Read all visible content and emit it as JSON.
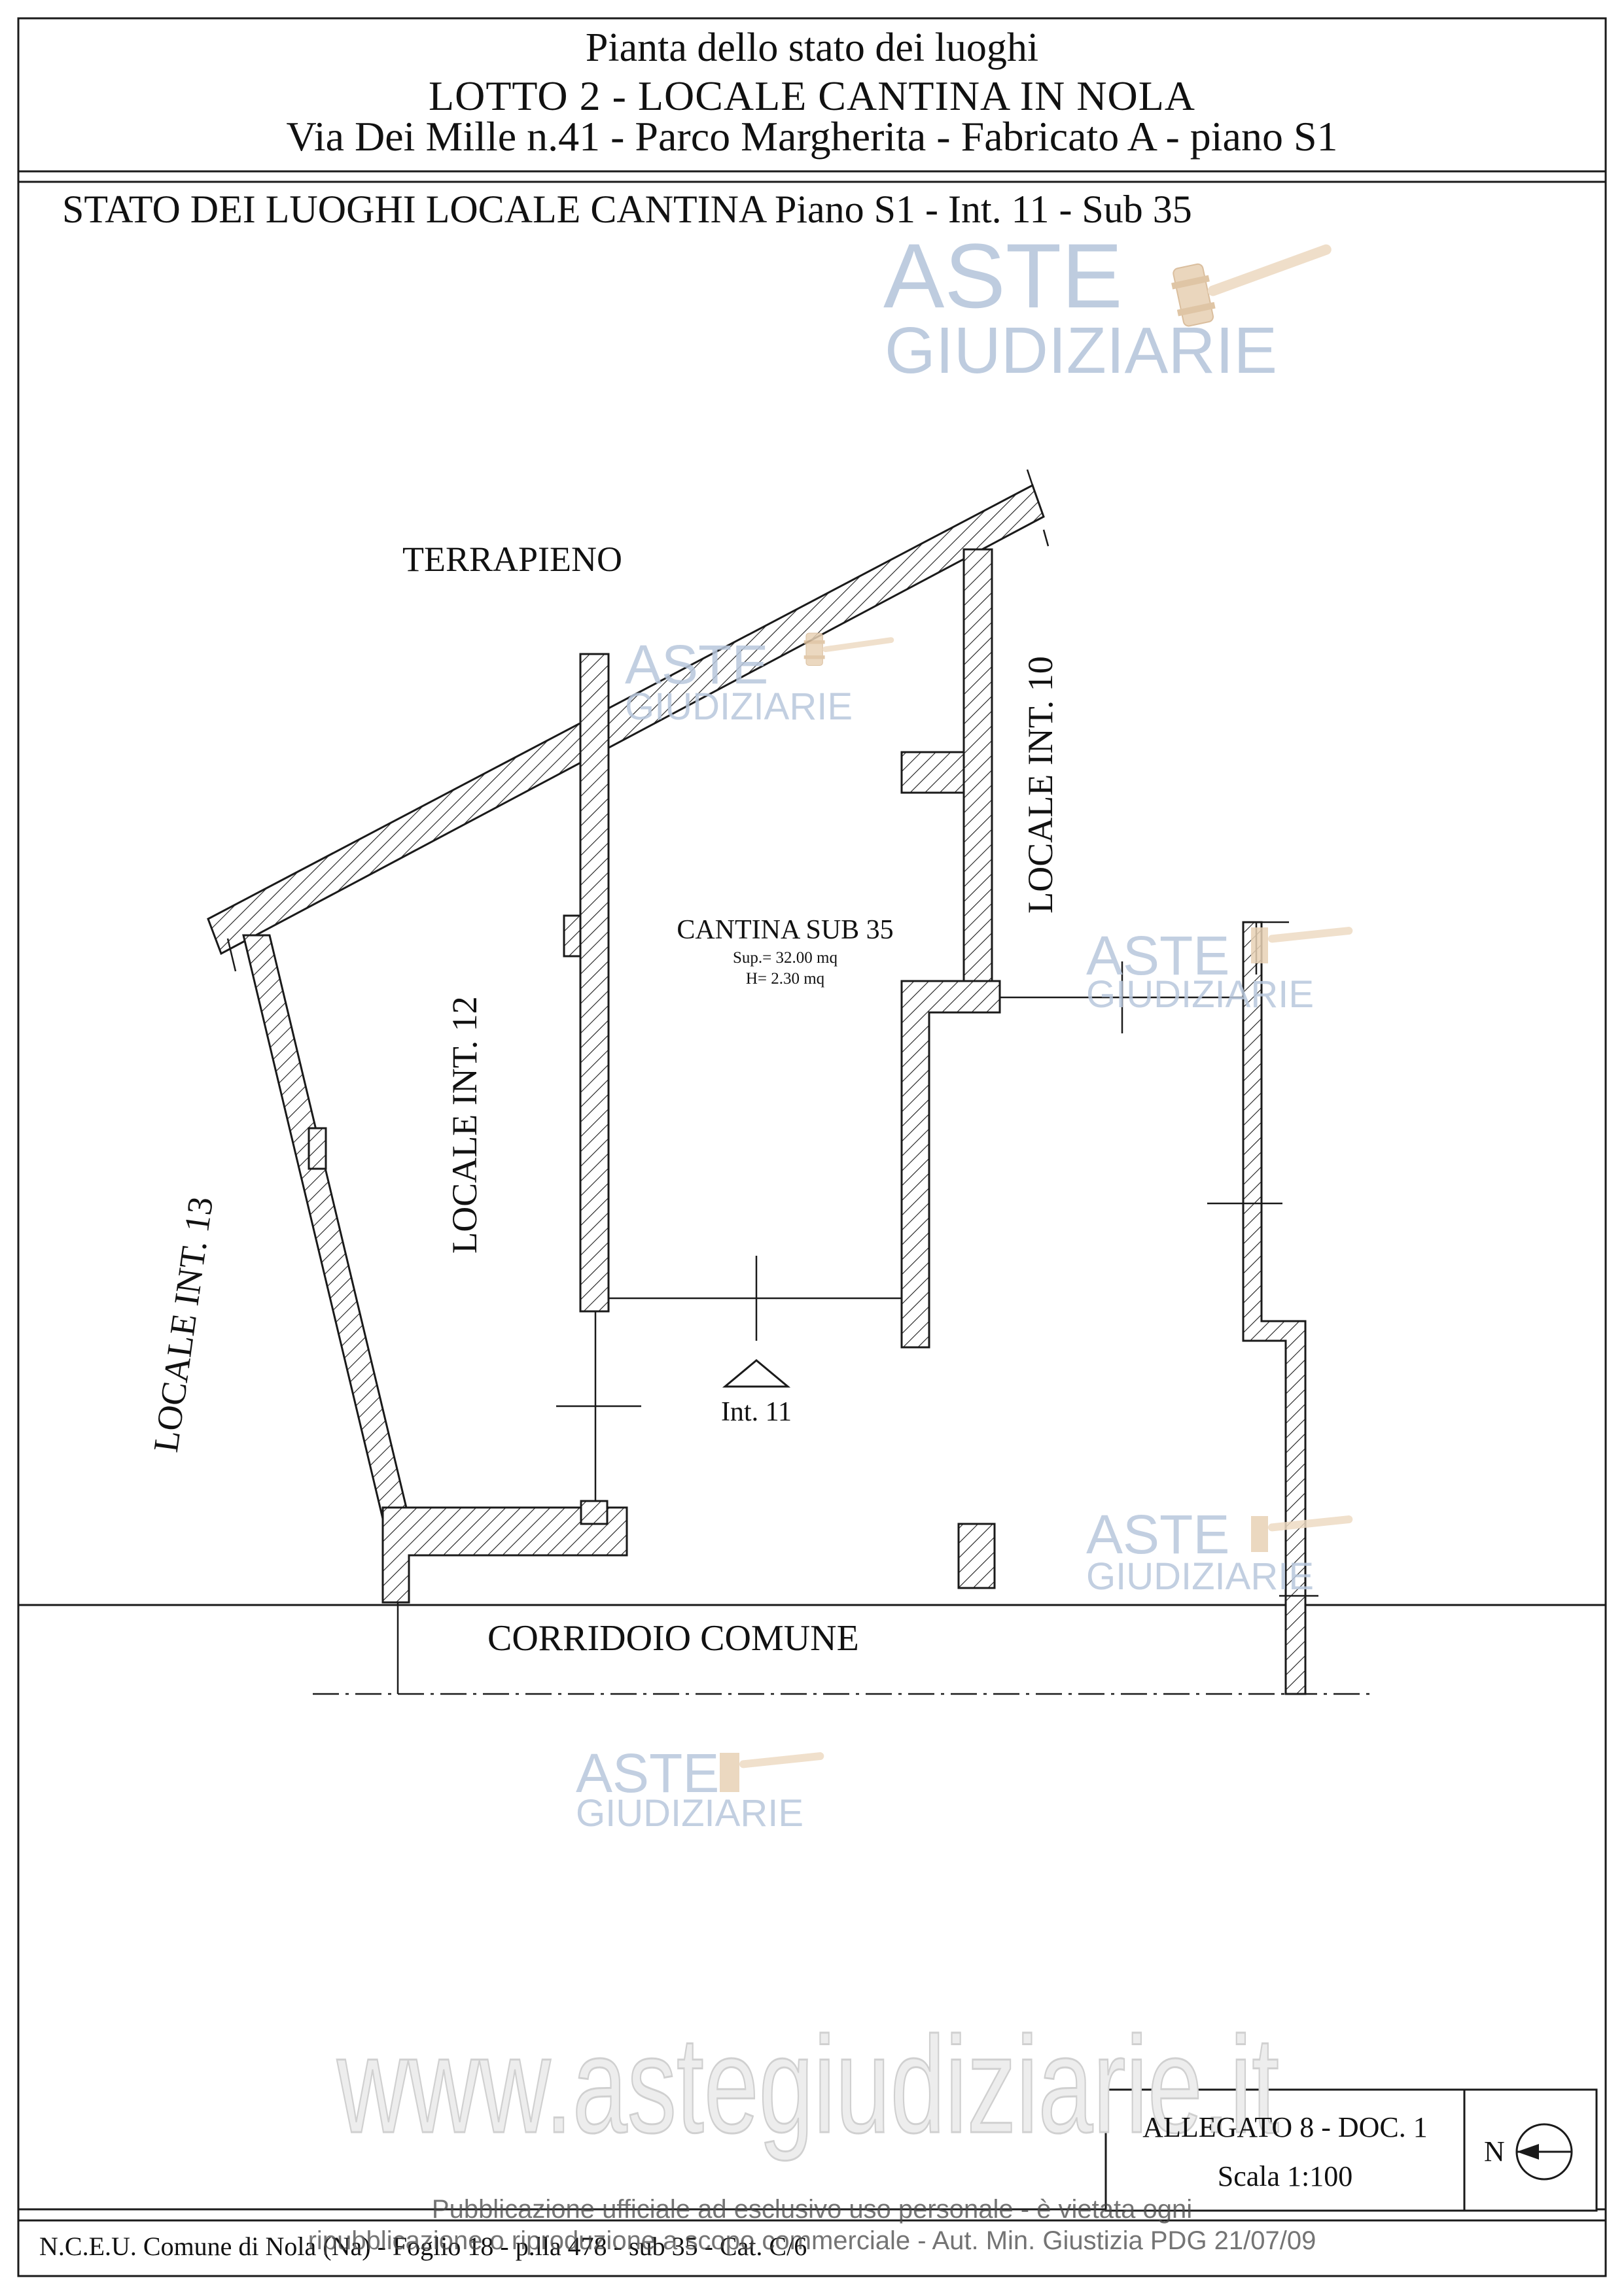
{
  "header": {
    "line1": "Pianta dello stato dei luoghi",
    "line2": "LOTTO 2 - LOCALE CANTINA IN NOLA",
    "line3": "Via Dei Mille n.41 - Parco Margherita - Fabricato A - piano S1"
  },
  "plan": {
    "title": "STATO DEI LUOGHI LOCALE CANTINA Piano S1 - Int. 11 - Sub 35",
    "terrapieno": "TERRAPIENO",
    "locale_10": "LOCALE INT. 10",
    "locale_12": "LOCALE INT. 12",
    "locale_13": "LOCALE INT. 13",
    "cantina_title": "CANTINA SUB 35",
    "cantina_sup": "Sup.= 32.00 mq",
    "cantina_h": "H= 2.30 mq",
    "entrance_label": "Int. 11",
    "corridoio": "CORRIDOIO COMUNE"
  },
  "titleblock": {
    "allegato": "ALLEGATO 8 - DOC. 1",
    "scala": "Scala 1:100",
    "north": "N"
  },
  "footer": {
    "ncEU": "N.C.E.U. Comune di Nola (Na) - Foglio 18 - p.lla 478 - sub 35 - Cat. C/6"
  },
  "watermarks": {
    "brand_top": "ASTE",
    "brand_bottom": "GIUDIZIARIE",
    "url": "www.astegiudiziarie.it",
    "notice_line1": "Pubblicazione ufficiale ad esclusivo uso personale - è vietata ogni",
    "notice_line2": "ripubblicazione o riproduzione a scopo commerciale - Aut. Min. Giustizia PDG 21/07/09"
  },
  "colors": {
    "line": "#1a1a1a",
    "watermark_blue": "#aebfd6",
    "watermark_gavel": "#e6c9a8"
  }
}
